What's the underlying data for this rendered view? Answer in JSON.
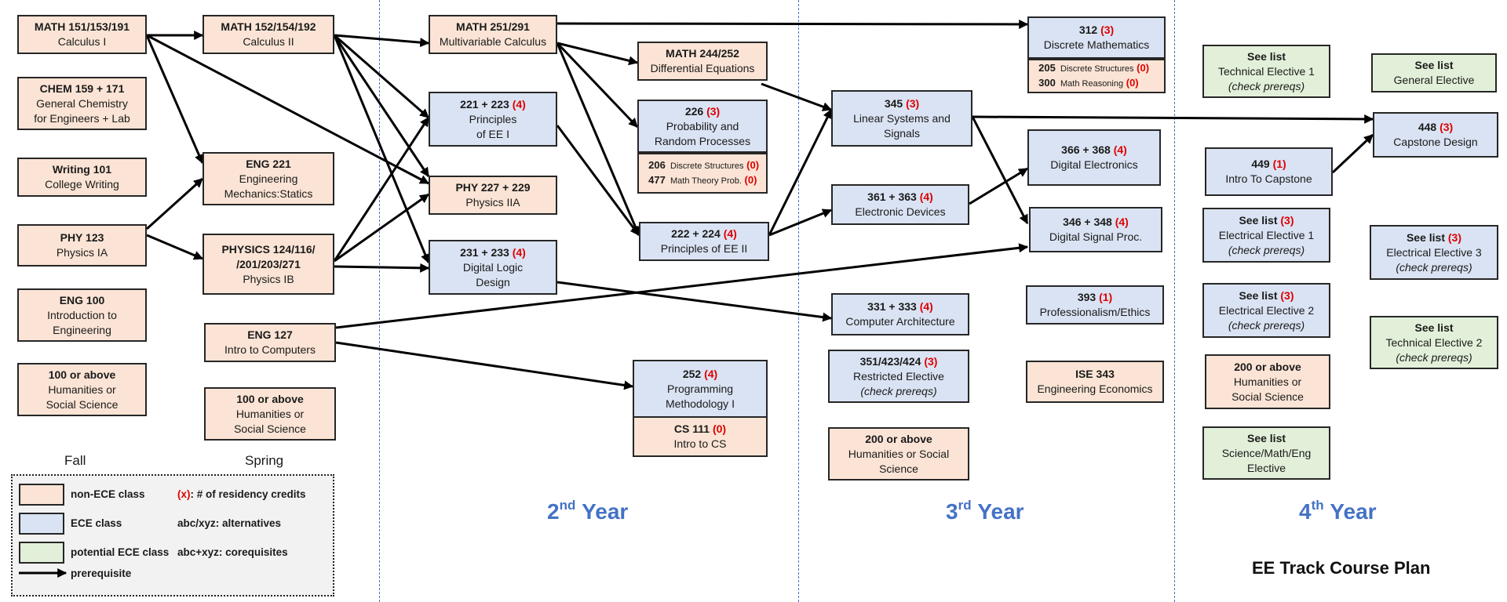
{
  "title": "EE Track Course Plan",
  "years": [
    {
      "id": "y2",
      "prefix": "2",
      "sup": "nd",
      "word": "Year"
    },
    {
      "id": "y3",
      "prefix": "3",
      "sup": "rd",
      "word": "Year"
    },
    {
      "id": "y4",
      "prefix": "4",
      "sup": "th",
      "word": "Year"
    }
  ],
  "seasons": {
    "fall": "Fall",
    "spring": "Spring"
  },
  "colors": {
    "non_ece": "#fbe4d5",
    "ece": "#dae3f3",
    "potential": "#e2f0d9",
    "credits": "#e00000",
    "year_text": "#4472c4"
  },
  "legend": {
    "non_ece": "non-ECE class",
    "ece": "ECE class",
    "potential": "potential ECE class",
    "prerequisite": "prerequisite",
    "credits_key": "(x)",
    "credits_desc": ": # of residency credits",
    "alternatives": "abc/xyz: alternatives",
    "corequisites": "abc+xyz: corequisites"
  },
  "courses": [
    {
      "id": "math151",
      "type": "non-ece",
      "l1": "MATH 151/153/191",
      "l2": "Calculus I"
    },
    {
      "id": "chem159",
      "type": "non-ece",
      "l1": "CHEM 159 + 171",
      "l2": "General Chemistry",
      "l3": "for Engineers + Lab"
    },
    {
      "id": "wr101",
      "type": "non-ece",
      "l1": "Writing 101",
      "l2": "College Writing"
    },
    {
      "id": "phy123",
      "type": "non-ece",
      "l1": "PHY  123",
      "l2": "Physics IA"
    },
    {
      "id": "eng100",
      "type": "non-ece",
      "l1": "ENG 100",
      "l2": "Introduction  to",
      "l3": "Engineering"
    },
    {
      "id": "hum1",
      "type": "non-ece",
      "l1": "100 or above",
      "l2": "Humanities or",
      "l3": "Social Science"
    },
    {
      "id": "math152",
      "type": "non-ece",
      "l1": "MATH 152/154/192",
      "l2": "Calculus II"
    },
    {
      "id": "eng221",
      "type": "non-ece",
      "l1": "ENG 221",
      "l2": "Engineering",
      "l3": "Mechanics:Statics"
    },
    {
      "id": "phys124",
      "type": "non-ece",
      "l1": "PHYSICS  124/116/",
      "l1b": "/201/203/271",
      "l2": "Physics IB"
    },
    {
      "id": "eng127",
      "type": "non-ece",
      "l1": "ENG 127",
      "l2": "Intro to Computers"
    },
    {
      "id": "hum2",
      "type": "non-ece",
      "l1": "100 or above",
      "l2": "Humanities or",
      "l3": "Social Science"
    },
    {
      "id": "math251",
      "type": "non-ece",
      "l1": "MATH 251/291",
      "l2": "Multivariable Calculus"
    },
    {
      "id": "math244",
      "type": "non-ece",
      "l1": "MATH 244/252",
      "l2": "Differential Equations"
    },
    {
      "id": "ee221",
      "type": "ece",
      "l1": "221 + 223",
      "cr": "(4)",
      "l2": "Principles",
      "l3": "of EE I"
    },
    {
      "id": "ee226",
      "type": "ece",
      "l1": "226",
      "cr": "(3)",
      "l2": "Probability and",
      "l3": "Random Processes"
    },
    {
      "id": "phy227",
      "type": "non-ece",
      "l1": "PHY 227 + 229",
      "l2": "Physics IIA"
    },
    {
      "id": "ee231",
      "type": "ece",
      "l1": "231 + 233",
      "cr": "(4)",
      "l2": "Digital Logic",
      "l3": "Design"
    },
    {
      "id": "ee222",
      "type": "ece",
      "l1": "222 + 224",
      "cr": "(4)",
      "l2": "Principles of EE II"
    },
    {
      "id": "ee252",
      "type": "ece",
      "l1": "252",
      "cr": "(4)",
      "l2": "Programming",
      "l3": "Methodology  I"
    },
    {
      "id": "cs111",
      "type": "non-ece",
      "l1": "CS 111",
      "cr": "(0)",
      "l2": "Intro to CS"
    },
    {
      "id": "ee312",
      "type": "ece",
      "l1": "312",
      "cr": "(3)",
      "l2": "Discrete Mathematics"
    },
    {
      "id": "ee345",
      "type": "ece",
      "l1": "345",
      "cr": "(3)",
      "l2": "Linear Systems and",
      "l3": "Signals"
    },
    {
      "id": "ee361",
      "type": "ece",
      "l1": "361 + 363",
      "cr": "(4)",
      "l2": "Electronic Devices"
    },
    {
      "id": "ee331",
      "type": "ece",
      "l1": "331 + 333",
      "cr": "(4)",
      "l2": "Computer  Architecture"
    },
    {
      "id": "ee351",
      "type": "ece",
      "l1": "351/423/424",
      "cr": "(3)",
      "l2": "Restricted Elective",
      "l3i": "(check prereqs)"
    },
    {
      "id": "hum3",
      "type": "non-ece",
      "l1": "200 or above",
      "l2": "Humanities or Social",
      "l3": "Science"
    },
    {
      "id": "ee366",
      "type": "ece",
      "l1": "366 + 368",
      "cr": "(4)",
      "l2": "Digital Electronics"
    },
    {
      "id": "ee346",
      "type": "ece",
      "l1": "346 + 348",
      "cr": "(4)",
      "l2": "Digital Signal Proc."
    },
    {
      "id": "ee393",
      "type": "ece",
      "l1": "393",
      "cr": "(1)",
      "l2": "Professionalism/Ethics"
    },
    {
      "id": "ise343",
      "type": "non-ece",
      "l1": "ISE 343",
      "l2": "Engineering Economics"
    },
    {
      "id": "te1",
      "type": "pot",
      "l1": "See list",
      "l2": "Technical Elective 1",
      "l3i": "(check prereqs)"
    },
    {
      "id": "ee449",
      "type": "ece",
      "l1": "449",
      "cr": "(1)",
      "l2": "Intro To Capstone"
    },
    {
      "id": "elec1",
      "type": "ece",
      "l1": "See list",
      "cr": "(3)",
      "l2": "Electrical Elective 1",
      "l3i": "(check prereqs)"
    },
    {
      "id": "elec2",
      "type": "ece",
      "l1": "See list",
      "cr": "(3)",
      "l2": "Electrical Elective 2",
      "l3i": "(check prereqs)"
    },
    {
      "id": "hum4",
      "type": "non-ece",
      "l1": "200 or above",
      "l2": "Humanities or",
      "l3": "Social Science"
    },
    {
      "id": "sme",
      "type": "pot",
      "l1": "See list",
      "l2": "Science/Math/Eng",
      "l3": "Elective"
    },
    {
      "id": "genel",
      "type": "pot",
      "l1": "See list",
      "l2": "General Elective"
    },
    {
      "id": "ee448",
      "type": "ece",
      "l1": "448",
      "cr": "(3)",
      "l2": "Capstone Design"
    },
    {
      "id": "elec3",
      "type": "ece",
      "l1": "See list",
      "cr": "(3)",
      "l2": "Electrical Elective 3",
      "l3i": "(check prereqs)"
    },
    {
      "id": "te2",
      "type": "pot",
      "l1": "See list",
      "l2": "Technical Elective 2",
      "l3i": "(check prereqs)"
    }
  ],
  "alt_boxes": [
    {
      "id": "alt226",
      "rows": [
        {
          "code": "206",
          "name": "Discrete Structures",
          "cr": "(0)"
        },
        {
          "code": "477",
          "name": "Math Theory Prob.",
          "cr": "(0)"
        }
      ]
    },
    {
      "id": "alt312",
      "rows": [
        {
          "code": "205",
          "name": "Discrete Structures",
          "cr": "(0)"
        },
        {
          "code": "300",
          "name": "Math Reasoning",
          "cr": "(0)"
        }
      ]
    }
  ]
}
